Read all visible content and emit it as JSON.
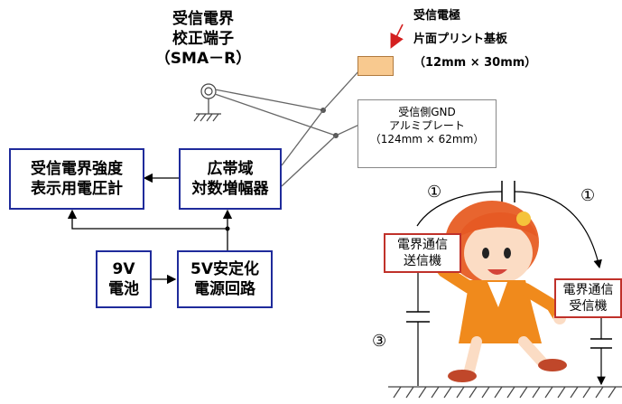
{
  "calib": {
    "line1": "受信電界",
    "line2": "校正端子",
    "line3": "（SMA－R）"
  },
  "electrode": {
    "line1": "受信電極",
    "line2": "片面プリント基板",
    "line3": "（12mm × 30mm）"
  },
  "gnd_plate": {
    "line1": "受信側GND",
    "line2": "アルミプレート",
    "line3": "（124mm × 62mm）"
  },
  "meter": {
    "line1": "受信電界強度",
    "line2": "表示用電圧計"
  },
  "amp": {
    "line1": "広帯域",
    "line2": "対数増幅器"
  },
  "battery": {
    "line1": "9V",
    "line2": "電池"
  },
  "regulator": {
    "line1": "5V安定化",
    "line2": "電源回路"
  },
  "transmitter": {
    "line1": "電界通信",
    "line2": "送信機"
  },
  "receiver": {
    "line1": "電界通信",
    "line2": "受信機"
  },
  "paths": {
    "p1_left": "①",
    "p1_right": "①",
    "p3": "③"
  },
  "colors": {
    "box_border": "#1f2b9b",
    "device_border": "#c0312a",
    "electrode_fill": "#f8c98f"
  }
}
